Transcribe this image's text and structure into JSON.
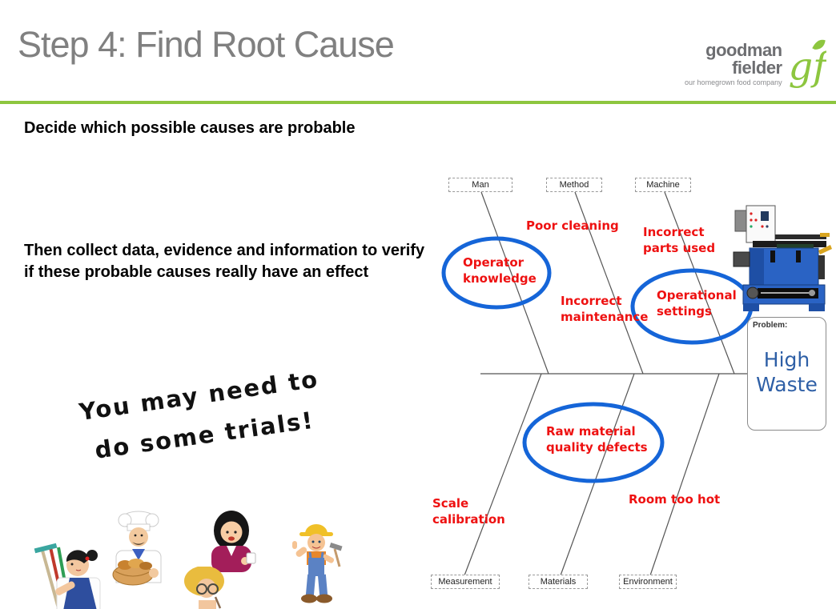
{
  "slide": {
    "title": "Step 4: Find Root Cause",
    "lead": "Decide which possible causes are probable",
    "paragraph": "Then collect data, evidence and information to verify if these probable causes really have an effect",
    "note": "You may need to\ndo some trials!"
  },
  "logo": {
    "brand": "goodman fielder",
    "tagline": "our homegrown food company",
    "monogram": "gf"
  },
  "fishbone": {
    "top_categories": [
      "Man",
      "Method",
      "Machine"
    ],
    "bottom_categories": [
      "Measurement",
      "Materials",
      "Environment"
    ],
    "causes": [
      {
        "text": "Poor cleaning",
        "circled": false
      },
      {
        "text": "Incorrect\nparts used",
        "circled": false
      },
      {
        "text": "Operator\nknowledge",
        "circled": true
      },
      {
        "text": "Incorrect\nmaintenance",
        "circled": false
      },
      {
        "text": "Operational\nsettings",
        "circled": true
      },
      {
        "text": "Raw material\nquality defects",
        "circled": true
      },
      {
        "text": "Scale\ncalibration",
        "circled": false
      },
      {
        "text": "Room too hot",
        "circled": false
      }
    ],
    "problem": {
      "label": "Problem:",
      "text": "High\nWaste"
    }
  },
  "images": {
    "machine": "blue-industrial-machine",
    "clipart": [
      "cleaning-woman-with-rakes",
      "chef-with-bread-basket",
      "businesswoman-with-cup",
      "blonde-woman-with-glasses",
      "construction-worker-thumbs-up"
    ]
  },
  "colors": {
    "brand_green": "#8DC63F",
    "title_gray": "#808080",
    "cause_red": "#EE1111",
    "circle_blue": "#1565D8",
    "problem_blue": "#2E5FA6"
  }
}
